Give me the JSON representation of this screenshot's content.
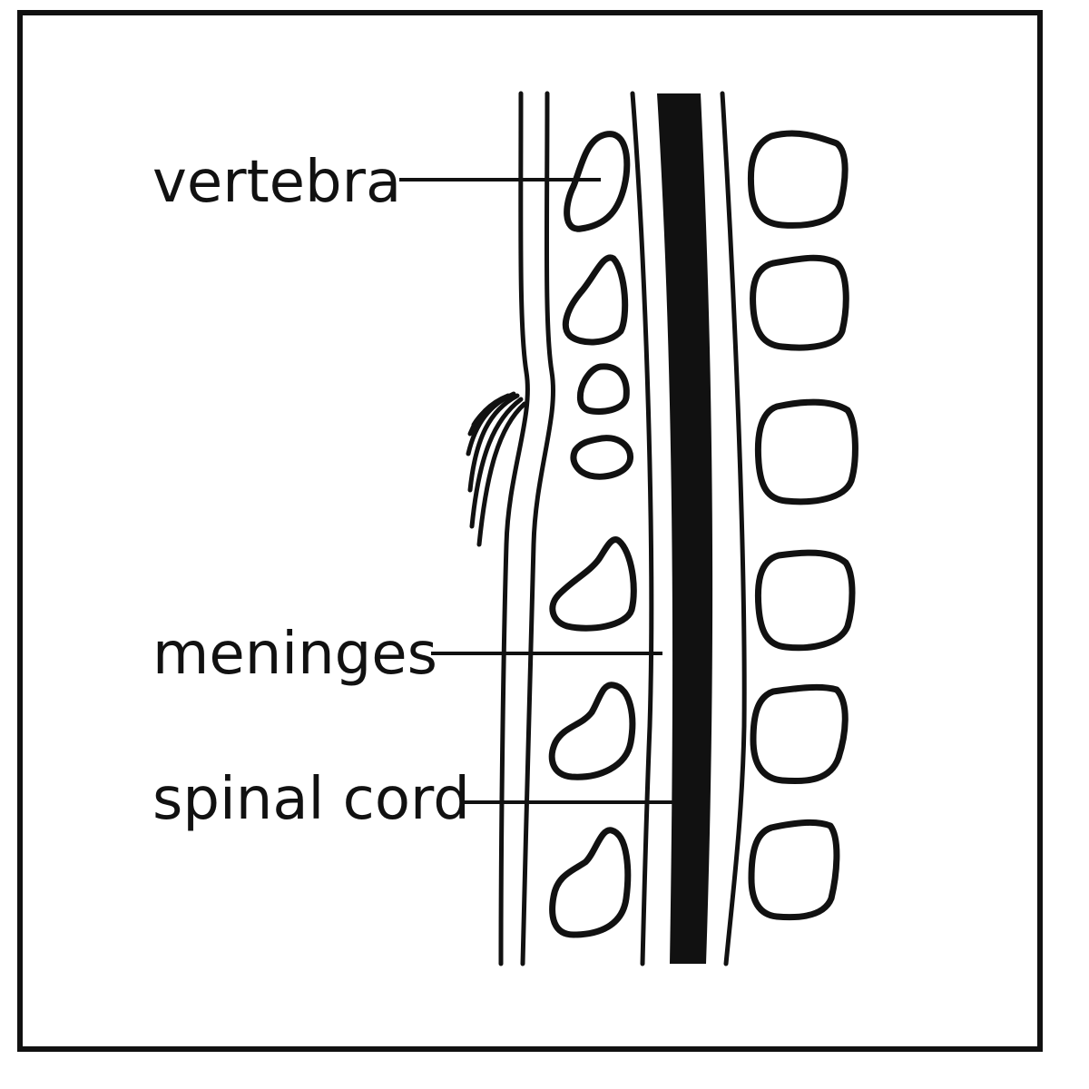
{
  "labels": {
    "vertebra": "vertebra",
    "meninges": "meninges",
    "spinal_cord": "spinal cord"
  },
  "colors": {
    "ink": "#111111",
    "background": "#ffffff"
  }
}
